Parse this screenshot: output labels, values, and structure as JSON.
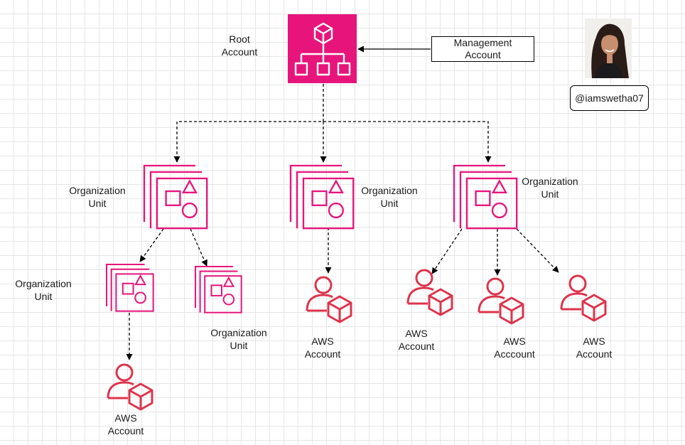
{
  "root_label": [
    "Root",
    "Account"
  ],
  "management_label": [
    "Management",
    "Account"
  ],
  "handle": "@iamswetha07",
  "ou_left_label": [
    "Organization",
    "Unit"
  ],
  "ou_center_label": [
    "Organization",
    "Unit"
  ],
  "ou_right_label": [
    "Organization",
    "Unit"
  ],
  "ou_sub1_label": [
    "Organization",
    "Unit"
  ],
  "ou_sub2_label": [
    "Organization",
    "Unit"
  ],
  "acct_sub1_label": [
    "AWS",
    "Account"
  ],
  "acct_center_label": [
    "AWS",
    "Account"
  ],
  "acct_r1_label": [
    "AWS",
    "Account"
  ],
  "acct_r2_label": [
    "AWS",
    "Acccount"
  ],
  "acct_r3_label": [
    "AWS",
    "Account"
  ],
  "colors": {
    "org": "#e7157b",
    "account": "#dd344c",
    "edge": "#000000"
  }
}
